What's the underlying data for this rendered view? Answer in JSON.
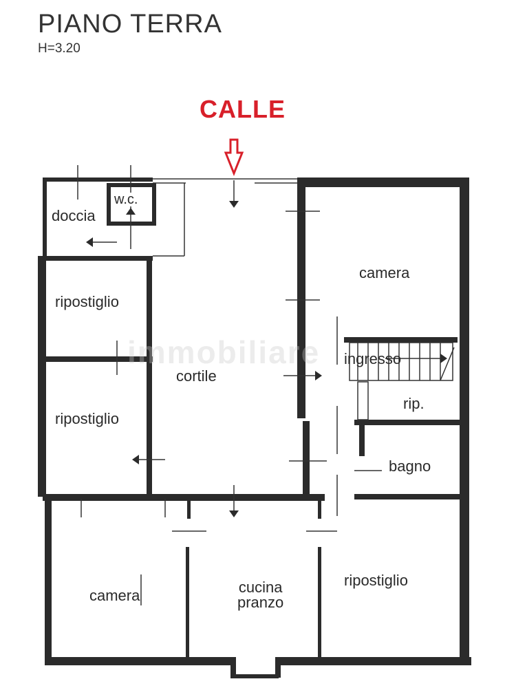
{
  "header": {
    "title": "PIANO TERRA",
    "height_note": "H=3.20"
  },
  "street": {
    "label": "CALLE",
    "color": "#d8202a",
    "arrow_icon": "down-arrow-outline"
  },
  "watermark": "immobiliare",
  "rooms": [
    {
      "id": "doccia",
      "label": "doccia"
    },
    {
      "id": "wc",
      "label": "w.c."
    },
    {
      "id": "ripostiglio-1",
      "label": "ripostiglio"
    },
    {
      "id": "ripostiglio-2",
      "label": "ripostiglio"
    },
    {
      "id": "cortile",
      "label": "cortile"
    },
    {
      "id": "camera-1",
      "label": "camera"
    },
    {
      "id": "ingresso",
      "label": "ingresso"
    },
    {
      "id": "rip",
      "label": "rip."
    },
    {
      "id": "bagno",
      "label": "bagno"
    },
    {
      "id": "camera-2",
      "label": "camera"
    },
    {
      "id": "cucina-pranzo",
      "label": "cucina\npranzo"
    },
    {
      "id": "ripostiglio-3",
      "label": "ripostiglio"
    }
  ],
  "colors": {
    "wall": "#2b2b2b",
    "line": "#333333",
    "background": "#ffffff"
  }
}
